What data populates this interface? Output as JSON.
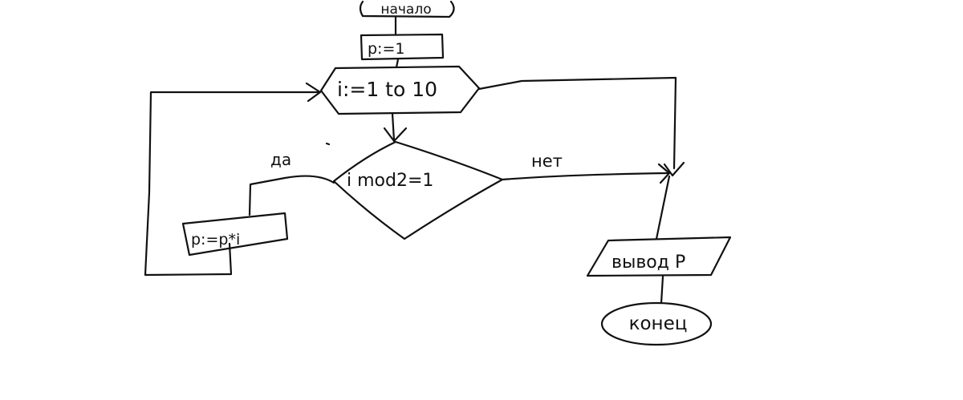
{
  "diagram": {
    "start_label": "начало",
    "init_label": "p:=1",
    "loop_label": "i:=1 to 10",
    "condition_label": "i mod2=1",
    "yes_label": "да",
    "no_label": "нет",
    "multiply_label": "p:=p*i",
    "output_label": "вывод P",
    "end_label": "конец",
    "ink_color": "#111111",
    "background_color": "#ffffff"
  }
}
